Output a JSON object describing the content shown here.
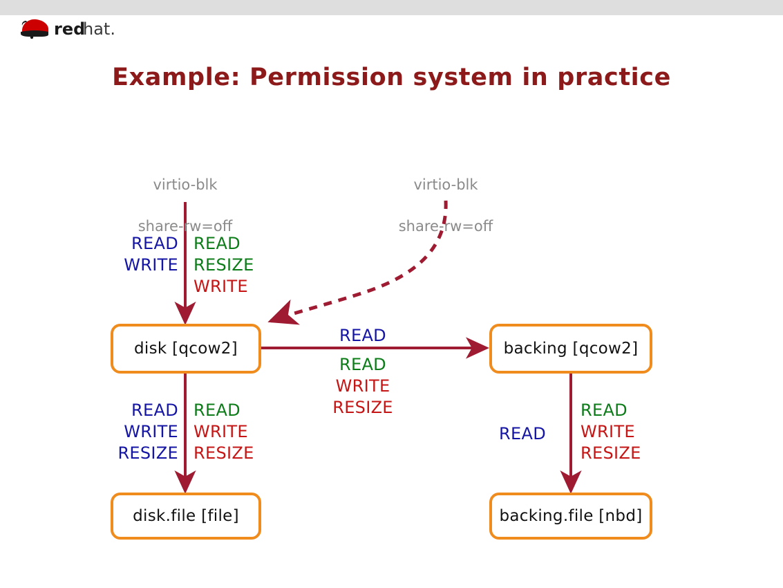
{
  "slide": {
    "brand": "redhat",
    "brand_word_bold": "red",
    "brand_word_light": "hat.",
    "title": "Example: Permission system in practice"
  },
  "colors": {
    "title_red": "#8c1a1a",
    "node_border_orange": "#f08c1e",
    "arrow_dark_red": "#9e1b32",
    "perm_blue": "#1515a5",
    "perm_green": "#0c7c18",
    "perm_red": "#c61515",
    "device_gray": "#8a8a8a",
    "top_band_gray": "#dedede"
  },
  "diagram": {
    "devices": [
      {
        "name": "virtio-blk-left",
        "line1": "virtio-blk",
        "line2": "share-rw=off"
      },
      {
        "name": "virtio-blk-right",
        "line1": "virtio-blk",
        "line2": "share-rw=off"
      }
    ],
    "nodes": [
      {
        "id": "disk",
        "label": "disk [qcow2]"
      },
      {
        "id": "backing",
        "label": "backing [qcow2]"
      },
      {
        "id": "disk-file",
        "label": "disk.file [file]"
      },
      {
        "id": "backing-file",
        "label": "backing.file [nbd]"
      }
    ],
    "edges": {
      "device_left_to_disk": {
        "style": "solid",
        "taken": {
          "color": "blue",
          "perms": [
            "READ",
            "WRITE"
          ]
        },
        "shared": {
          "green": [
            "READ",
            "RESIZE"
          ],
          "red": [
            "WRITE"
          ]
        }
      },
      "device_right_to_disk": {
        "style": "dashed",
        "taken": {
          "color": "blue",
          "perms": []
        },
        "shared": {
          "green": [],
          "red": []
        }
      },
      "disk_to_backing": {
        "style": "solid",
        "taken": {
          "color": "blue",
          "perms": [
            "READ"
          ]
        },
        "shared": {
          "green": [
            "READ"
          ],
          "red": [
            "WRITE",
            "RESIZE"
          ]
        }
      },
      "disk_to_disk_file": {
        "style": "solid",
        "taken": {
          "color": "blue",
          "perms": [
            "READ",
            "WRITE",
            "RESIZE"
          ]
        },
        "shared": {
          "green": [
            "READ"
          ],
          "red": [
            "WRITE",
            "RESIZE"
          ]
        }
      },
      "backing_to_backing_file": {
        "style": "solid",
        "taken": {
          "color": "blue",
          "perms": [
            "READ"
          ]
        },
        "shared": {
          "green": [
            "READ"
          ],
          "red": [
            "WRITE",
            "RESIZE"
          ]
        }
      }
    }
  }
}
